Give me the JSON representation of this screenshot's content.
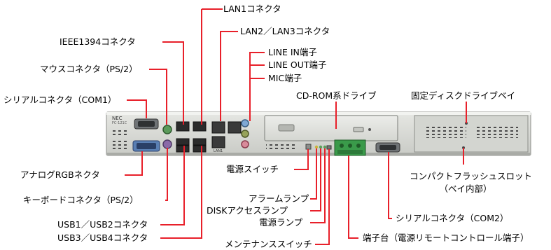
{
  "labels": {
    "lan1": "LAN1コネクタ",
    "ieee1394": "IEEE1394コネクタ",
    "lan23": "LAN2／LAN3コネクタ",
    "line_in": "LINE IN端子",
    "line_out": "LINE OUT端子",
    "mic": "MIC端子",
    "mouse": "マウスコネクタ（PS/2）",
    "serial1": "シリアルコネクタ（COM1）",
    "cdrom": "CD-ROM系ドライブ",
    "fixed_disk": "固定ディスクドライブベイ",
    "analog_rgb": "アナログRGBネクタ",
    "power_switch": "電源スイッチ",
    "compact_flash": "コンパクトフラッシュスロット",
    "compact_flash_sub": "（ベイ内部）",
    "keyboard": "キーボードコネクタ（PS/2）",
    "alarm_lamp": "アラームランプ",
    "disk_lamp": "DISKアクセスランプ",
    "power_lamp": "電源ランプ",
    "serial2": "シリアルコネクタ（COM2）",
    "usb12": "USB1／USB2コネクタ",
    "usb34": "USB3／USB4コネクタ",
    "terminal": "端子台（電源リモートコントロール端子）",
    "maintenance": "メンテナンススイッチ"
  },
  "panel_text": {
    "brand": "NEC",
    "model": "FC-121C",
    "lan1_port": "LAN1"
  },
  "colors": {
    "leader_line": "#e8202a",
    "panel_face": "#d9dad6",
    "terminal_block": "#3a9a4a"
  }
}
